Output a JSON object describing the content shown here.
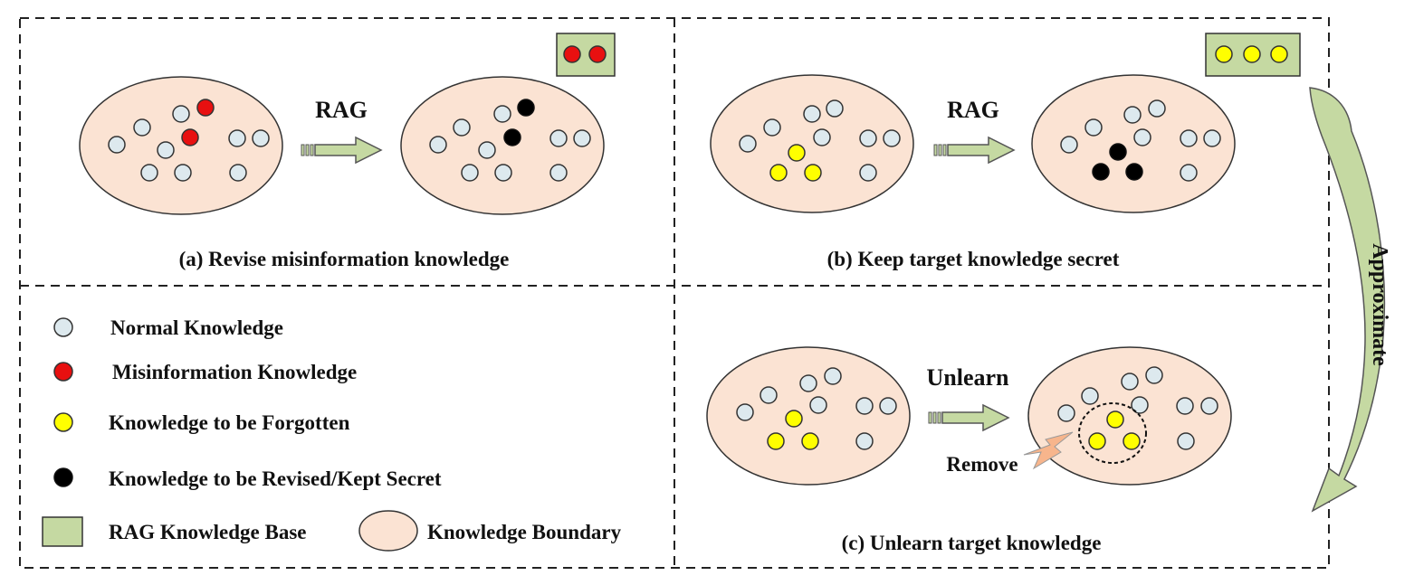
{
  "panels": {
    "a": {
      "caption": "(a) Revise misinformation knowledge",
      "arrow_label": "RAG"
    },
    "b": {
      "caption": "(b) Keep target knowledge secret",
      "arrow_label": "RAG"
    },
    "c": {
      "caption": "(c) Unlearn target knowledge",
      "arrow_label": "Unlearn",
      "remove_label": "Remove"
    }
  },
  "side_arrow_label": "Approximate",
  "legend": {
    "normal": "Normal Knowledge",
    "misinformation": "Misinformation Knowledge",
    "forgotten": "Knowledge to be Forgotten",
    "revised": "Knowledge to be Revised/Kept Secret",
    "rag_base": "RAG Knowledge Base",
    "boundary": "Knowledge Boundary"
  },
  "colors": {
    "normal": "#dde9ee",
    "misinformation": "#e81010",
    "forgotten": "#ffff00",
    "revised": "#000000",
    "rag_base": "#c5d9a2",
    "boundary": "#fbe3d3",
    "arrow": "#c5d9a2",
    "spark": "#f7b58c"
  }
}
